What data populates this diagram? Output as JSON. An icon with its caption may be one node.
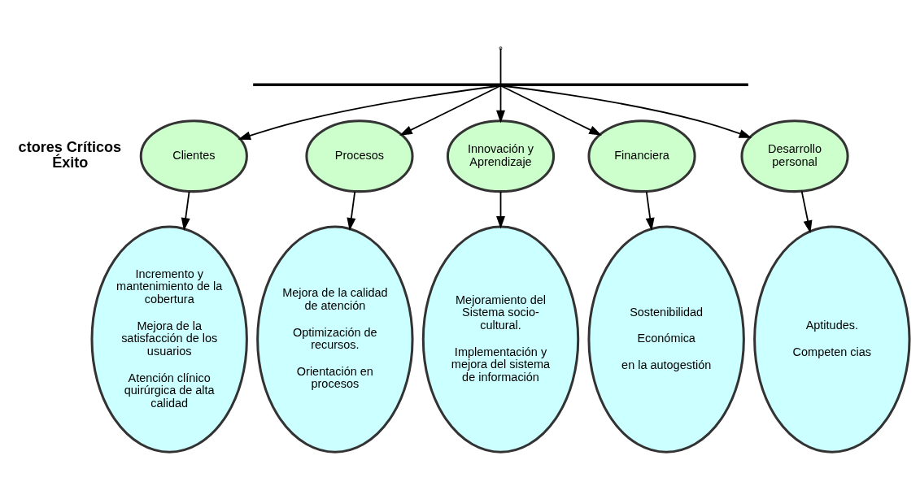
{
  "diagram": {
    "nodes": [
      {
        "text": [],
        "shape": "bar"
      },
      {
        "text": [
          "Clientes"
        ]
      },
      {
        "text": [
          "Procesos"
        ]
      },
      {
        "text": [
          "Innovación y Aprendizaje"
        ]
      },
      {
        "text": [
          "Financiera"
        ]
      },
      {
        "text": [
          "Desarrollo personal"
        ]
      },
      {
        "text": [
          "Incremento y mantenimiento de la cobertura",
          "Mejora de la satisfacción de los usuarios",
          "Atención clínico quirúrgica de alta calidad"
        ]
      },
      {
        "text": [
          "Mejora de la calidad de atención",
          "Optimización de recursos.",
          "Orientación en procesos"
        ]
      },
      {
        "text": [
          "Mejoramiento del Sistema socio-cultural.",
          "Implementación y mejora del sistema de información"
        ]
      },
      {
        "text": [
          "Sostenibilidad",
          "Económica",
          "en la autogestión"
        ]
      },
      {
        "text": [
          "Aptitudes.",
          "Competen cias"
        ]
      }
    ],
    "edges": [
      {
        "from": null,
        "to": 0,
        "arrow": "none"
      },
      {
        "from": 0,
        "to": 1,
        "arrow": "to"
      },
      {
        "from": 0,
        "to": 2,
        "arrow": "to"
      },
      {
        "from": 0,
        "to": 3,
        "arrow": "to"
      },
      {
        "from": 0,
        "to": 4,
        "arrow": "to"
      },
      {
        "from": 0,
        "to": 5,
        "arrow": "to"
      },
      {
        "from": 1,
        "to": 6,
        "arrow": "to"
      },
      {
        "from": 2,
        "to": 7,
        "arrow": "to"
      },
      {
        "from": 3,
        "to": 8,
        "arrow": "to"
      },
      {
        "from": 4,
        "to": 9,
        "arrow": "to"
      },
      {
        "from": 5,
        "to": 10,
        "arrow": "to"
      }
    ],
    "labels": [
      "ctores Críticos",
      "Éxito"
    ]
  }
}
